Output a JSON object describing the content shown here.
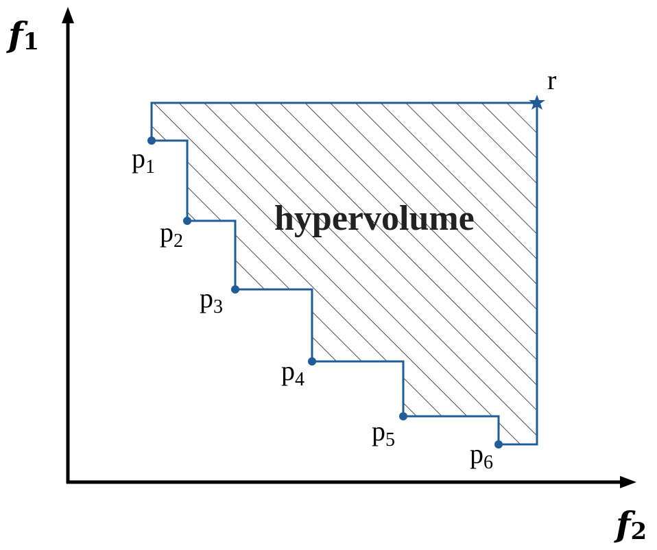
{
  "axes": {
    "y_label": "f",
    "y_sub": "1",
    "x_label": "f",
    "x_sub": "2"
  },
  "region_label": "hypervolume",
  "reference_point": {
    "label": "r"
  },
  "points": [
    {
      "name": "p",
      "sub": "1"
    },
    {
      "name": "p",
      "sub": "2"
    },
    {
      "name": "p",
      "sub": "3"
    },
    {
      "name": "p",
      "sub": "4"
    },
    {
      "name": "p",
      "sub": "5"
    },
    {
      "name": "p",
      "sub": "6"
    }
  ],
  "colors": {
    "boundary": "#1f5c99",
    "hatch": "#000000",
    "axis": "#000000"
  }
}
